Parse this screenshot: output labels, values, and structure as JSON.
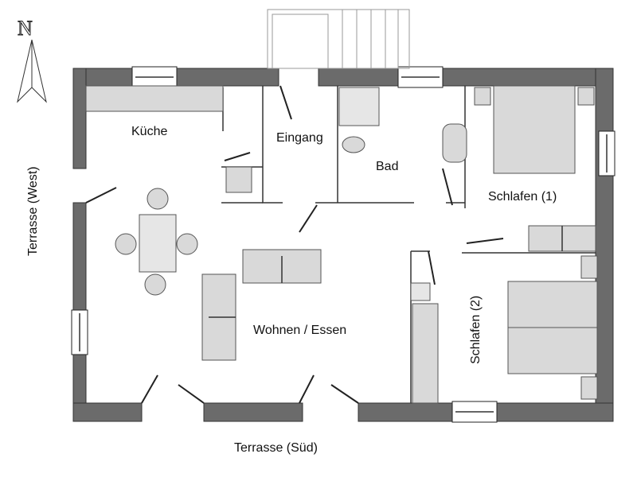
{
  "compass": {
    "letter": "N"
  },
  "rooms": {
    "kitchen": "Küche",
    "entrance": "Eingang",
    "bath": "Bad",
    "bedroom1": "Schlafen (1)",
    "bedroom2": "Schlafen (2)",
    "living": "Wohnen / Essen"
  },
  "terraces": {
    "west": "Terrasse (West)",
    "south": "Terrasse (Süd)"
  }
}
